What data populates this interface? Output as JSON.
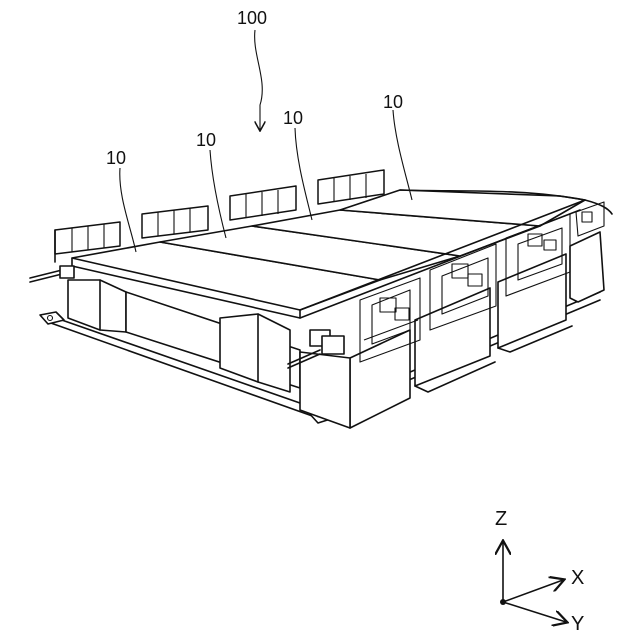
{
  "figure": {
    "assembly_ref": "100",
    "unit_refs": [
      "10",
      "10",
      "10",
      "10"
    ],
    "axes": {
      "z": "Z",
      "x": "X",
      "y": "Y"
    }
  }
}
